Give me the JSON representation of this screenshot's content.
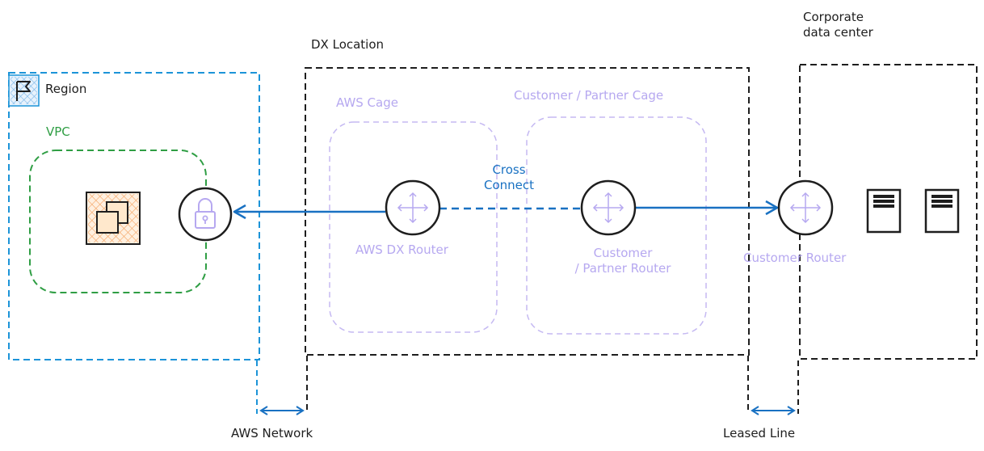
{
  "labels": {
    "corporate_line1": "Corporate",
    "corporate_line2": "data center",
    "dx_location": "DX Location",
    "region": "Region",
    "vpc": "VPC",
    "aws_cage": "AWS Cage",
    "customer_partner_cage": "Customer / Partner Cage",
    "cross_connect_line1": "Cross",
    "cross_connect_line2": "Connect",
    "aws_dx_router": "AWS DX Router",
    "customer_partner_router_line1": "Customer",
    "customer_partner_router_line2": "/ Partner Router",
    "customer_router": "Customer Router",
    "aws_network": "AWS Network",
    "leased_line": "Leased Line"
  },
  "icons": [
    "region-flag-icon",
    "ec2-instances-icon",
    "vpn-lock-icon",
    "router-icon",
    "server-icon"
  ],
  "colors": {
    "ink": "#1e1e1e",
    "region_blue": "#1c94d8",
    "vpc_green": "#2f9e44",
    "cage_purple": "#b6a8f0",
    "link_blue": "#1971c2",
    "ec2_orange": "#e8590c",
    "ec2_fill": "#ffd8a8"
  }
}
